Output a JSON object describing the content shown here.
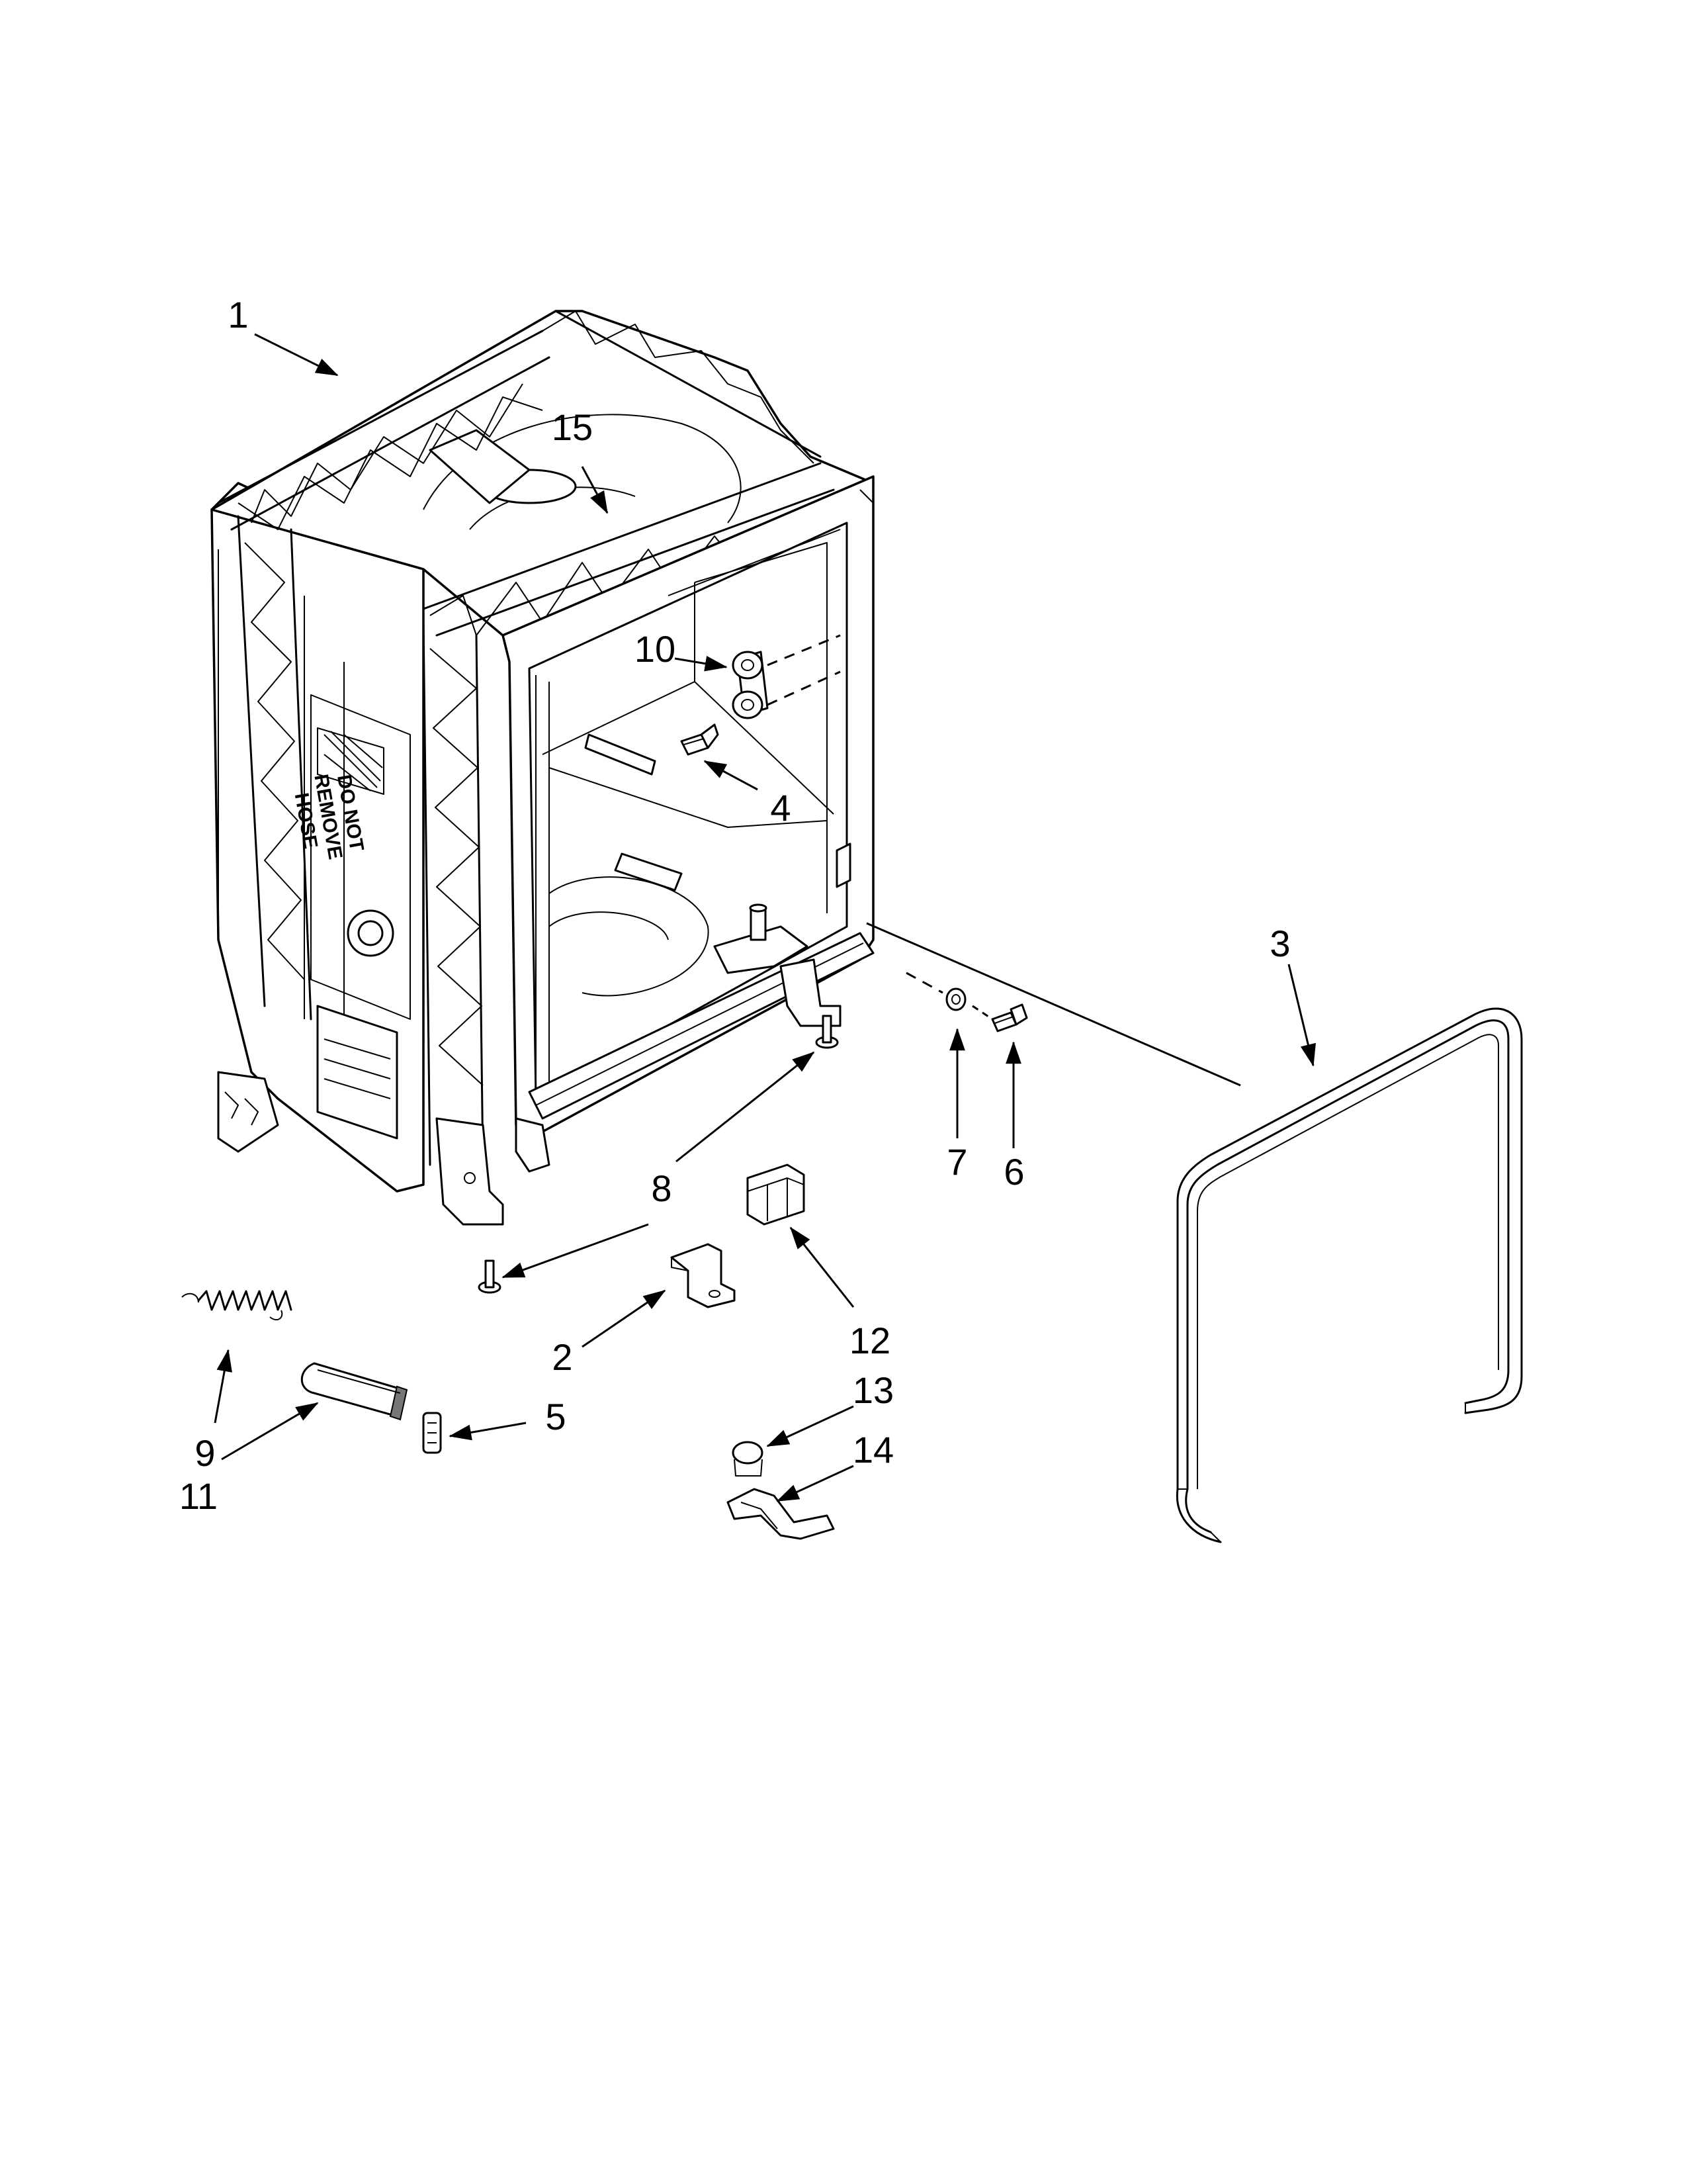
{
  "diagram": {
    "warning_label": [
      "DO NOT",
      "REMOVE",
      "HOSE"
    ],
    "callouts": [
      {
        "id": "c1",
        "text": "1"
      },
      {
        "id": "c2",
        "text": "2"
      },
      {
        "id": "c3",
        "text": "3"
      },
      {
        "id": "c4",
        "text": "4"
      },
      {
        "id": "c5",
        "text": "5"
      },
      {
        "id": "c6",
        "text": "6"
      },
      {
        "id": "c7",
        "text": "7"
      },
      {
        "id": "c8",
        "text": "8"
      },
      {
        "id": "c9",
        "text": "9"
      },
      {
        "id": "c10",
        "text": "10"
      },
      {
        "id": "c11",
        "text": "11"
      },
      {
        "id": "c12",
        "text": "12"
      },
      {
        "id": "c13",
        "text": "13"
      },
      {
        "id": "c14",
        "text": "14"
      },
      {
        "id": "c15",
        "text": "15"
      }
    ]
  }
}
